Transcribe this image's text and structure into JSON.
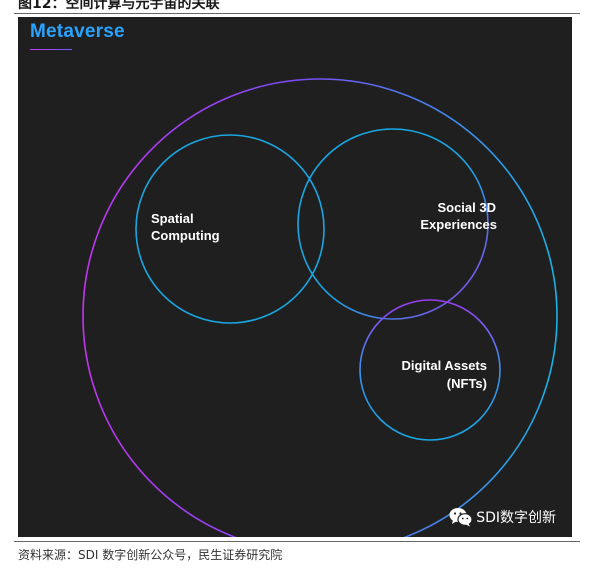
{
  "figure": {
    "title": "图12：空间计算与元宇宙的关联",
    "heading": "Metaverse",
    "source": "资料来源：SDI 数字创新公众号，民生证券研究院"
  },
  "diagram": {
    "outer": {
      "name": "Metaverse"
    },
    "circles": [
      {
        "id": "spatial-computing",
        "label_line1": "Spatial",
        "label_line2": "Computing",
        "color": "#1aa6e0"
      },
      {
        "id": "social-3d",
        "label_line1": "Social 3D",
        "label_line2": "Experiences",
        "color": "#1aa6e0"
      },
      {
        "id": "digital-assets",
        "label_line1": "Digital Assets",
        "label_line2": "(NFTs)",
        "color": "#1aa6e0"
      }
    ]
  },
  "watermark": {
    "text": "SDI数字创新",
    "icon": "wechat-icon"
  },
  "colors": {
    "background": "#1f1f1f",
    "heading": "#2aa3ff",
    "ring_blue": "#1aa6e0",
    "ring_purple": "#b030f0"
  }
}
